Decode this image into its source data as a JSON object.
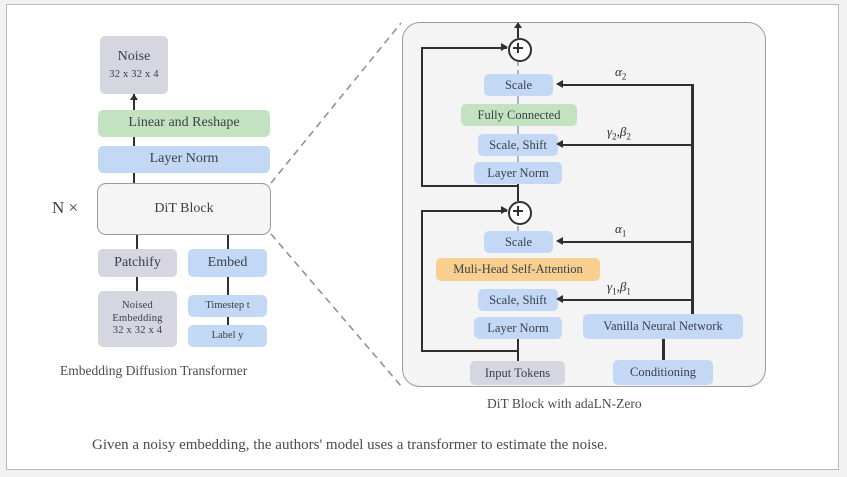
{
  "figure": {
    "caption_left": "Embedding Diffusion Transformer",
    "caption_right": "DiT Block with adaLN-Zero",
    "caption_bottom": "Given a noisy embedding, the authors' model uses a transformer to estimate the noise.",
    "repeat_label": "N ×"
  },
  "left_pipeline": {
    "noise": {
      "title": "Noise",
      "shape": "32 x 32 x 4"
    },
    "linear_and_reshape": "Linear and Reshape",
    "layer_norm": "Layer Norm",
    "dit_block": "DiT Block",
    "patchify": "Patchify",
    "embed": "Embed",
    "noised_embedding": {
      "line1": "Noised",
      "line2": "Embedding",
      "shape": "32 x 32 x 4"
    },
    "timestep": "Timestep t",
    "label_y": "Label y"
  },
  "dit_detail": {
    "mlp_branch": {
      "scale": "Scale",
      "fully_connected": "Fully Connected",
      "scale_shift": "Scale, Shift",
      "layer_norm": "Layer Norm",
      "alpha_label": "α",
      "alpha_sub": "2",
      "gamma_beta_label": "γ",
      "gamma_beta_sub": "2",
      "beta_label": "β",
      "beta_sub": "2"
    },
    "attn_branch": {
      "scale": "Scale",
      "attention": "Muli-Head Self-Attention",
      "scale_shift": "Scale, Shift",
      "layer_norm": "Layer Norm",
      "alpha_label": "α",
      "alpha_sub": "1",
      "gamma_beta_label": "γ",
      "gamma_beta_sub": "1",
      "beta_label": "β",
      "beta_sub": "1"
    },
    "input_tokens": "Input Tokens",
    "vanilla_neural_network": "Vanilla Neural Network",
    "conditioning": "Conditioning",
    "sum_symbol": "⊕"
  },
  "colors": {
    "grey_node": "#d5d6df",
    "blue_node": "#c3d8f5",
    "green_node": "#c3e3c0",
    "orange_node": "#f8cf8f",
    "shell": "#f5f5f5",
    "panel": "#f4f4f4",
    "line": "#2f2f2f",
    "text": "#3a3f4a"
  }
}
